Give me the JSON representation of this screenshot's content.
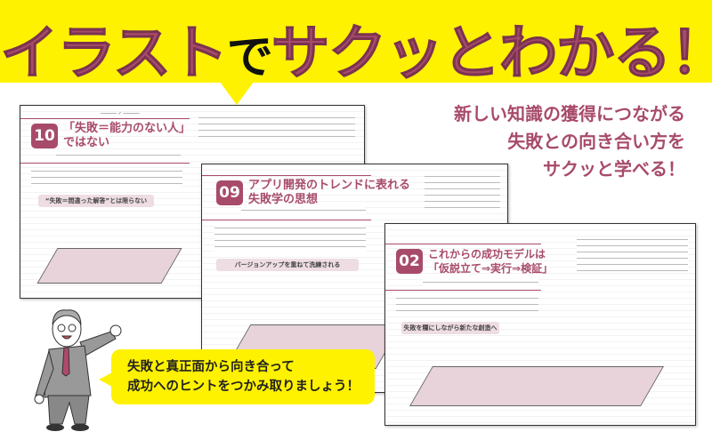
{
  "banner": {
    "title_part1": "イラスト",
    "title_part2": "で",
    "title_part3": "サクッとわかる！"
  },
  "tagline": {
    "line1": "新しい知識の獲得につながる",
    "line2": "失敗との向き合い方を",
    "line3": "サクッと学べる！"
  },
  "pages": [
    {
      "number": "10",
      "heading_line1": "「失敗＝能力のない人」",
      "heading_line2": "ではない",
      "subheading": "“失敗＝間違った解答”とは限らない"
    },
    {
      "number": "09",
      "heading_line1": "アプリ開発のトレンドに表れる",
      "heading_line2": "失敗学の思想",
      "subheading": "バージョンアップを重ねて洗練される"
    },
    {
      "number": "02",
      "heading_line1": "これからの成功モデルは",
      "heading_line2": "「仮説立て⇒実行⇒検証」",
      "subheading": "失敗を糧にしながら新たな創造へ"
    }
  ],
  "speech_bubble": {
    "line1": "失敗と真正面から向き合って",
    "line2": "成功へのヒントをつかみ取りましょう！"
  },
  "colors": {
    "accent": "#a84b6b",
    "banner": "#fff200"
  }
}
